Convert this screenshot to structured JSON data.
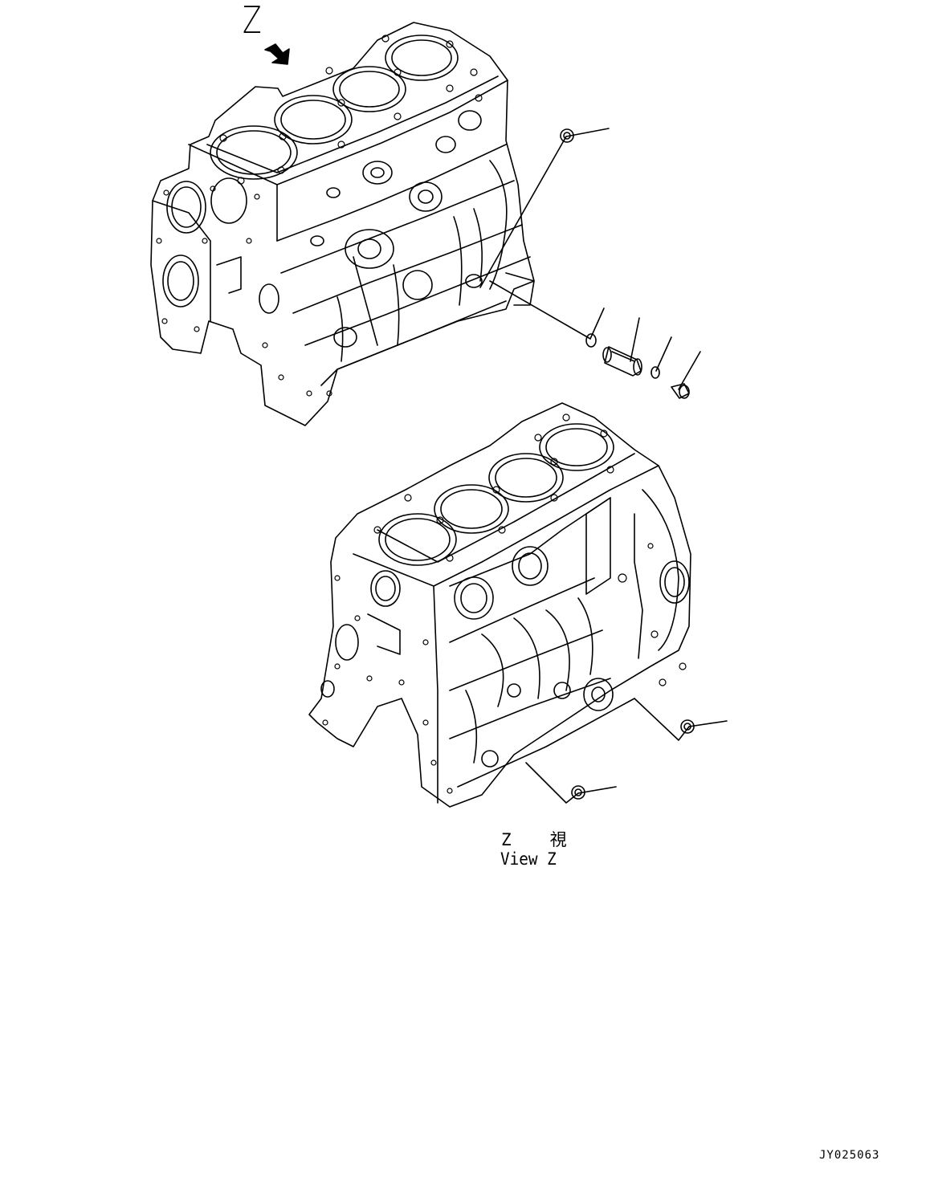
{
  "view": {
    "letter": "Z"
  },
  "caption": {
    "japanese": "Z　　視",
    "english": "View Z"
  },
  "drawing_number": "JY025063",
  "colors": {
    "line": "#000000",
    "background": "#ffffff"
  },
  "icons": [
    "view-direction-arrow-icon"
  ]
}
